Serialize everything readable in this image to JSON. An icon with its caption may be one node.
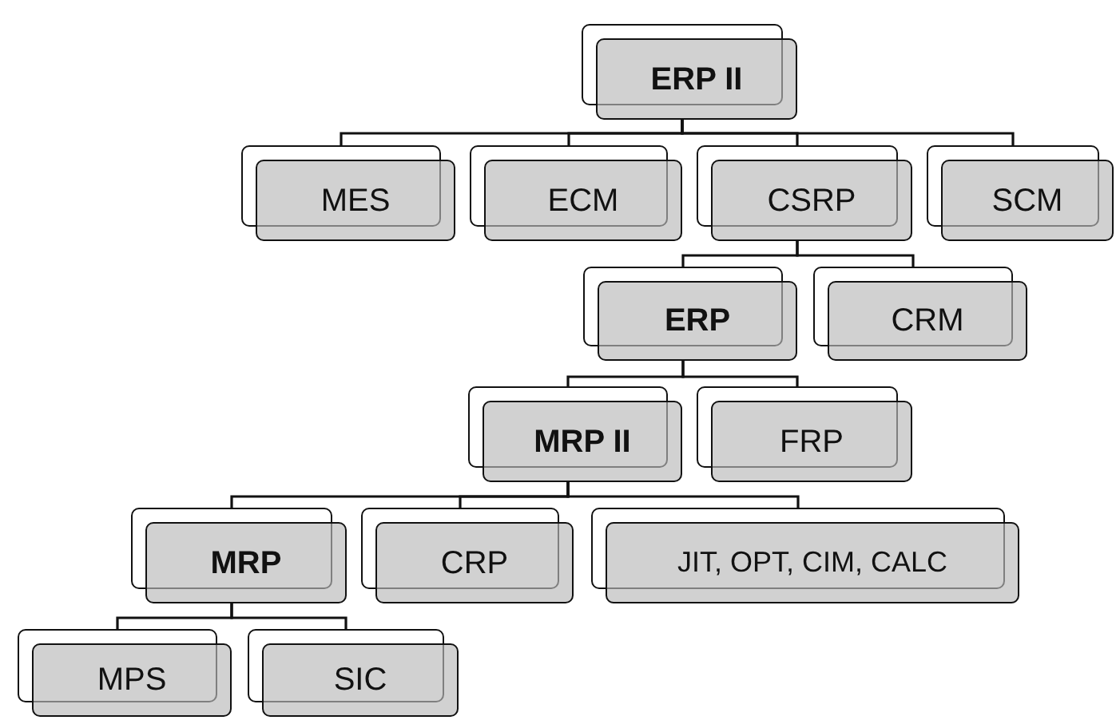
{
  "diagram": {
    "nodes": [
      {
        "text": [
          "ERP II"
        ]
      },
      {
        "text": [
          "MES"
        ]
      },
      {
        "text": [
          "ECM"
        ]
      },
      {
        "text": [
          "CSRP"
        ]
      },
      {
        "text": [
          "SCM"
        ]
      },
      {
        "text": [
          "ERP"
        ]
      },
      {
        "text": [
          "CRM"
        ]
      },
      {
        "text": [
          "MRP II"
        ]
      },
      {
        "text": [
          "FRP"
        ]
      },
      {
        "text": [
          "MRP"
        ]
      },
      {
        "text": [
          "CRP"
        ]
      },
      {
        "text": [
          "JIT, OPT, CIM, CALC"
        ]
      },
      {
        "text": [
          "MPS"
        ]
      },
      {
        "text": [
          "SIC"
        ]
      }
    ],
    "edges": [
      {
        "from": 0,
        "to": 1,
        "arrow": "none"
      },
      {
        "from": 0,
        "to": 2,
        "arrow": "none"
      },
      {
        "from": 0,
        "to": 3,
        "arrow": "none"
      },
      {
        "from": 0,
        "to": 4,
        "arrow": "none"
      },
      {
        "from": 3,
        "to": 5,
        "arrow": "none"
      },
      {
        "from": 3,
        "to": 6,
        "arrow": "none"
      },
      {
        "from": 5,
        "to": 7,
        "arrow": "none"
      },
      {
        "from": 5,
        "to": 8,
        "arrow": "none"
      },
      {
        "from": 7,
        "to": 9,
        "arrow": "none"
      },
      {
        "from": 7,
        "to": 10,
        "arrow": "none"
      },
      {
        "from": 7,
        "to": 11,
        "arrow": "none"
      },
      {
        "from": 9,
        "to": 12,
        "arrow": "none"
      },
      {
        "from": 9,
        "to": 13,
        "arrow": "none"
      }
    ]
  }
}
